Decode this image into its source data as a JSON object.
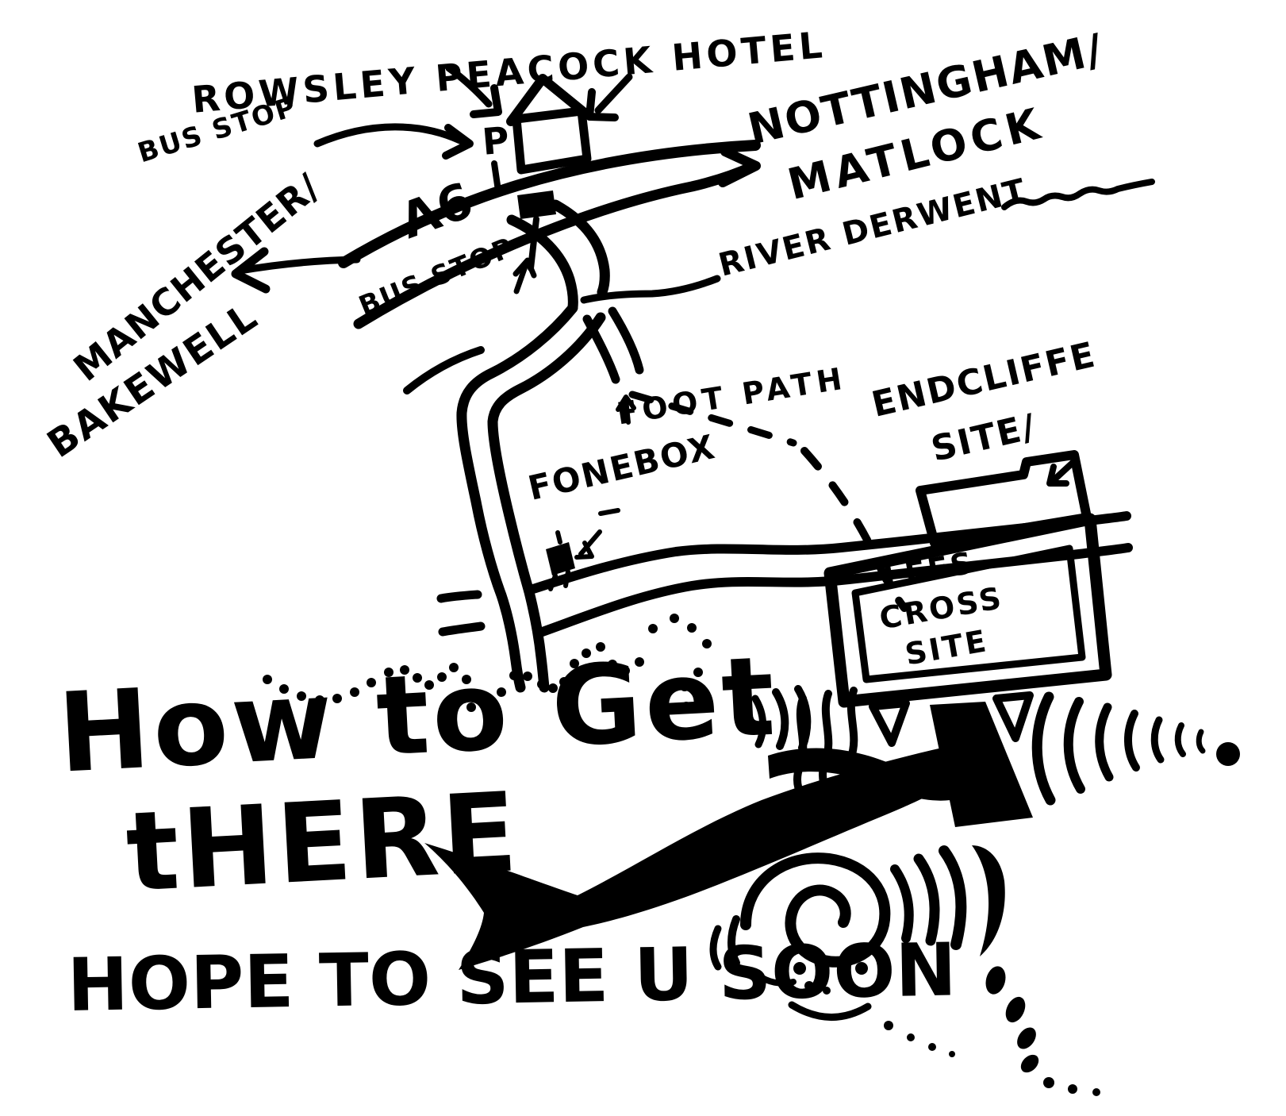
{
  "colors": {
    "ink": "#000000",
    "paper": "#ffffff"
  },
  "title": {
    "line1": "How to Get",
    "line2": "tHERE"
  },
  "closing": {
    "text": "HOPE TO SEE U SOON"
  },
  "labels": {
    "hotel": "ROWSLEY PEACOCK HOTEL",
    "bus_stop_upper": "BUS STOP",
    "bus_stop_lower": "BUS STOP",
    "dest_right_line1": "NOTTINGHAM/",
    "dest_right_line2": "MATLOCK",
    "dest_left_line1": "MANCHESTER/",
    "dest_left_line2": "BAKEWELL",
    "road": "A6",
    "river": "RIVER DERWENT",
    "footpath": "FOOT PATH",
    "endcliffe_line1": "ENDCLIFFE",
    "endcliffe_line2": "SITE/",
    "fonebox": "FONEBOX",
    "bus_flag_letter": "P",
    "lees_line1": "LEES",
    "lees_line2": "CROSS",
    "lees_line3": "SITE"
  },
  "icons": {
    "hotel_building": "house-icon",
    "bus_stop_flag": "bus-stop-flag-icon",
    "phone_box": "phone-box-icon",
    "direction_arrows": "arrow-icon",
    "walking_trail": "dotted-trail",
    "quarry_edge": "crescent-arcs",
    "wave_doodle": "wave-swirl-doodle",
    "soon_face": "smiley-face-doodle"
  }
}
